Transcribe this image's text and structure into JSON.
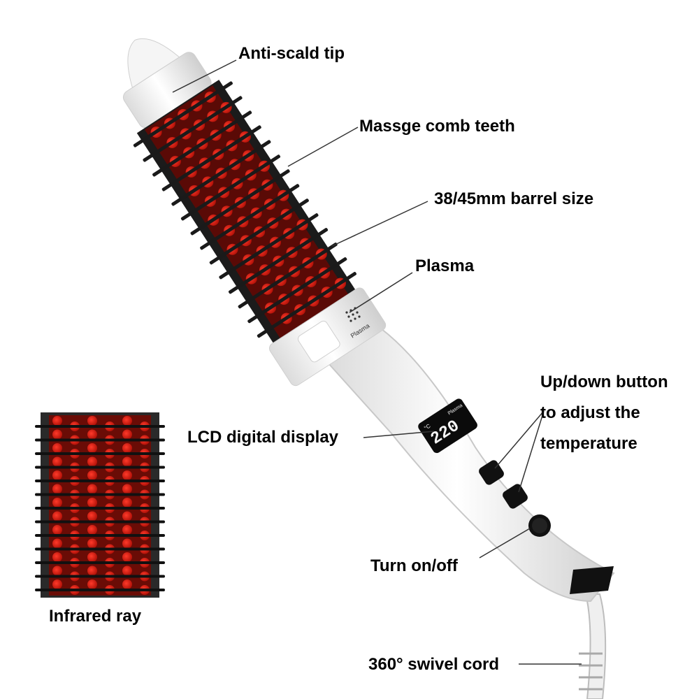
{
  "callouts": {
    "tip": "Anti-scald tip",
    "teeth": "Massge comb teeth",
    "barrel": "38/45mm barrel size",
    "plasma": "Plasma",
    "buttons_line1": "Up/down button",
    "buttons_line2": "to adjust the",
    "buttons_line3": "temperature",
    "lcd": "LCD digital display",
    "power": "Turn on/off",
    "cord": "360° swivel cord",
    "infrared": "Infrared ray"
  },
  "product": {
    "plasma_badge": "Plasma",
    "display_value": "220",
    "display_unit": "°C",
    "display_mode": "Plasma"
  },
  "colors": {
    "body": "#f2f2f2",
    "barrel": "#c41208",
    "bristle": "#1a1a1a",
    "collar": "#111111"
  }
}
